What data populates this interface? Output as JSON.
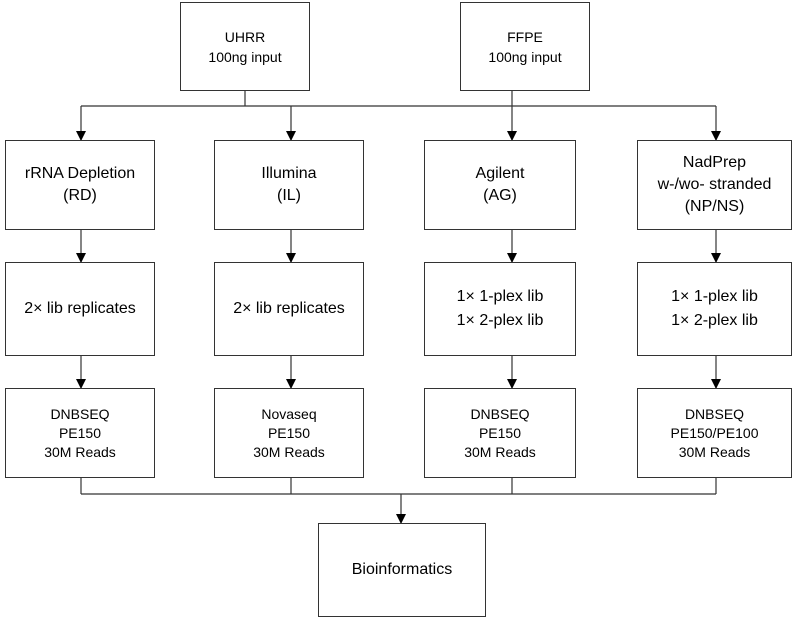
{
  "inputs": [
    {
      "lines": [
        "UHRR",
        "100ng input"
      ]
    },
    {
      "lines": [
        "FFPE",
        "100ng input"
      ]
    }
  ],
  "methods": [
    {
      "lines": [
        "rRNA Depletion",
        "(RD)"
      ]
    },
    {
      "lines": [
        "Illumina",
        "(IL)"
      ]
    },
    {
      "lines": [
        "Agilent",
        "(AG)"
      ]
    },
    {
      "lines": [
        "NadPrep",
        "w-/wo- stranded",
        "(NP/NS)"
      ]
    }
  ],
  "libraries": [
    {
      "lines": [
        "2× lib replicates"
      ]
    },
    {
      "lines": [
        "2× lib replicates"
      ]
    },
    {
      "lines": [
        "1× 1-plex lib",
        "1× 2-plex lib"
      ]
    },
    {
      "lines": [
        "1× 1-plex lib",
        "1× 2-plex lib"
      ]
    }
  ],
  "sequencing": [
    {
      "lines": [
        "DNBSEQ",
        "PE150",
        "30M Reads"
      ]
    },
    {
      "lines": [
        "Novaseq",
        "PE150",
        "30M Reads"
      ]
    },
    {
      "lines": [
        "DNBSEQ",
        "PE150",
        "30M Reads"
      ]
    },
    {
      "lines": [
        "DNBSEQ",
        "PE150/PE100",
        "30M Reads"
      ]
    }
  ],
  "output": {
    "label": "Bioinformatics"
  }
}
